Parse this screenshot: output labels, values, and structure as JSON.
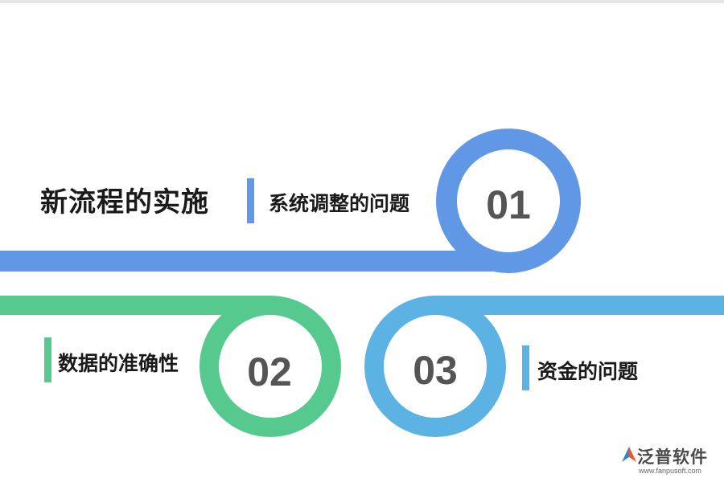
{
  "title": "新流程的实施",
  "items": [
    {
      "number": "01",
      "label": "系统调整的问题",
      "color": "#6198e6"
    },
    {
      "number": "02",
      "label": "数据的准确性",
      "color": "#55c98e"
    },
    {
      "number": "03",
      "label": "资金的问题",
      "color": "#5db2e4"
    }
  ],
  "logo": {
    "name": "泛普软件",
    "url": "www.fanpusoft.com"
  }
}
